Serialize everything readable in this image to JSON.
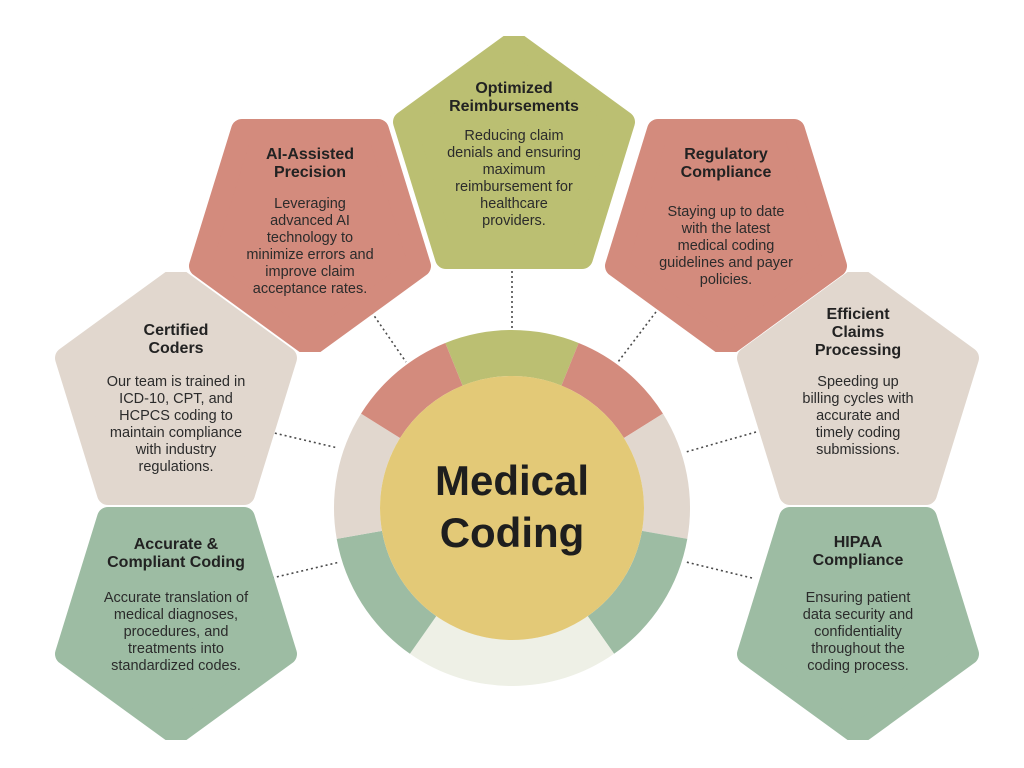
{
  "colors": {
    "salmon": "#d38b7d",
    "olive": "#bbbf72",
    "beige": "#e1d7ce",
    "sage": "#9dbca3",
    "gold": "#e3c977",
    "cream": "#eef0e6",
    "connector": "#4a4a4a"
  },
  "hub": {
    "title_line1": "Medical",
    "title_line2": "Coding"
  },
  "cards": [
    {
      "id": "optimized-reimbursements",
      "color": "olive",
      "title": [
        "Optimized",
        "Reimbursements"
      ],
      "description": [
        "Reducing claim",
        "denials and ensuring",
        "maximum",
        "reimbursement for",
        "healthcare",
        "providers."
      ]
    },
    {
      "id": "ai-assisted-precision",
      "color": "salmon",
      "title": [
        "AI-Assisted",
        "Precision"
      ],
      "description": [
        "Leveraging",
        "advanced AI",
        "technology to",
        "minimize errors and",
        "improve claim",
        "acceptance rates."
      ]
    },
    {
      "id": "regulatory-compliance",
      "color": "salmon",
      "title": [
        "Regulatory",
        "Compliance"
      ],
      "description": [
        "Staying up to date",
        "with the latest",
        "medical coding",
        "guidelines and payer",
        "policies."
      ]
    },
    {
      "id": "certified-coders",
      "color": "beige",
      "title": [
        "Certified",
        "Coders"
      ],
      "description": [
        "Our team is trained in",
        "ICD-10, CPT, and",
        "HCPCS coding to",
        "maintain compliance",
        "with industry",
        "regulations."
      ]
    },
    {
      "id": "efficient-claims-processing",
      "color": "beige",
      "title": [
        "Efficient",
        "Claims",
        "Processing"
      ],
      "description": [
        "Speeding up",
        "billing cycles with",
        "accurate and",
        "timely coding",
        "submissions."
      ]
    },
    {
      "id": "accurate-compliant-coding",
      "color": "sage",
      "title": [
        "Accurate &",
        "Compliant Coding"
      ],
      "description": [
        "Accurate translation of",
        "medical diagnoses,",
        "procedures, and",
        "treatments into",
        "standardized codes."
      ]
    },
    {
      "id": "hipaa-compliance",
      "color": "sage",
      "title": [
        "HIPAA",
        "Compliance"
      ],
      "description": [
        "Ensuring patient",
        "data security and",
        "confidentiality",
        "throughout the",
        "coding process."
      ]
    }
  ]
}
